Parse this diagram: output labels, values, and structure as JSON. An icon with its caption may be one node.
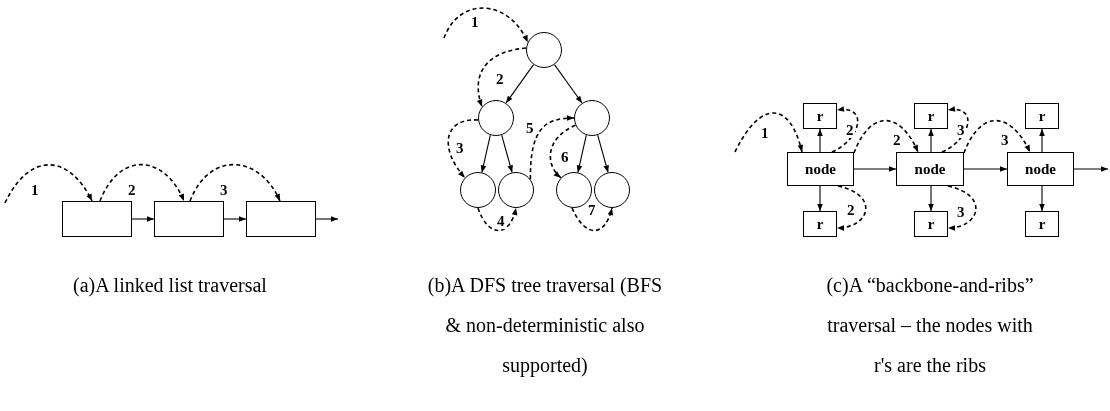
{
  "diagram": {
    "nodes": [
      {
        "text": [],
        "shape": "box"
      },
      {
        "text": [],
        "shape": "box"
      },
      {
        "text": [],
        "shape": "box"
      },
      {
        "text": [],
        "shape": "circle"
      },
      {
        "text": [],
        "shape": "circle"
      },
      {
        "text": [],
        "shape": "circle"
      },
      {
        "text": [],
        "shape": "circle"
      },
      {
        "text": [],
        "shape": "circle"
      },
      {
        "text": [],
        "shape": "circle"
      },
      {
        "text": [],
        "shape": "circle"
      },
      {
        "text": [
          "r"
        ]
      },
      {
        "text": [
          "r"
        ]
      },
      {
        "text": [
          "r"
        ]
      },
      {
        "text": [
          "node"
        ]
      },
      {
        "text": [
          "node"
        ]
      },
      {
        "text": [
          "node"
        ]
      },
      {
        "text": [
          "r"
        ]
      },
      {
        "text": [
          "r"
        ]
      },
      {
        "text": [
          "r"
        ]
      }
    ],
    "edges": [
      {
        "from": null,
        "to": 0,
        "arrow": "to",
        "label": "1",
        "style": "dashed"
      },
      {
        "from": 0,
        "to": 1,
        "arrow": "to",
        "label": "2",
        "style": "dashed"
      },
      {
        "from": 1,
        "to": 2,
        "arrow": "to",
        "label": "3",
        "style": "dashed"
      },
      {
        "from": 0,
        "to": 1,
        "arrow": "to"
      },
      {
        "from": 1,
        "to": 2,
        "arrow": "to"
      },
      {
        "from": 2,
        "to": null,
        "arrow": "to"
      },
      {
        "from": null,
        "to": 3,
        "arrow": "to",
        "label": "1",
        "style": "dashed"
      },
      {
        "from": 3,
        "to": 4,
        "arrow": "to",
        "label": "2",
        "style": "dashed"
      },
      {
        "from": 4,
        "to": 6,
        "arrow": "to",
        "label": "3",
        "style": "dashed"
      },
      {
        "from": 6,
        "to": 7,
        "arrow": "to",
        "label": "4",
        "style": "dashed"
      },
      {
        "from": 7,
        "to": 5,
        "arrow": "to",
        "label": "5",
        "style": "dashed"
      },
      {
        "from": 5,
        "to": 8,
        "arrow": "to",
        "label": "6",
        "style": "dashed"
      },
      {
        "from": 8,
        "to": 9,
        "arrow": "to",
        "label": "7",
        "style": "dashed"
      },
      {
        "from": 3,
        "to": 4,
        "arrow": "to"
      },
      {
        "from": 3,
        "to": 5,
        "arrow": "to"
      },
      {
        "from": 4,
        "to": 6,
        "arrow": "to"
      },
      {
        "from": 4,
        "to": 7,
        "arrow": "to"
      },
      {
        "from": 5,
        "to": 8,
        "arrow": "to"
      },
      {
        "from": 5,
        "to": 9,
        "arrow": "to"
      },
      {
        "from": null,
        "to": 13,
        "arrow": "to",
        "label": "1",
        "style": "dashed"
      },
      {
        "from": 13,
        "to": 10,
        "arrow": "to",
        "label": "2",
        "style": "dashed"
      },
      {
        "from": 13,
        "to": 16,
        "arrow": "to",
        "label": "2",
        "style": "dashed"
      },
      {
        "from": 13,
        "to": 14,
        "arrow": "to",
        "label": "2",
        "style": "dashed"
      },
      {
        "from": 14,
        "to": 11,
        "arrow": "to",
        "label": "3",
        "style": "dashed"
      },
      {
        "from": 14,
        "to": 17,
        "arrow": "to",
        "label": "3",
        "style": "dashed"
      },
      {
        "from": 14,
        "to": 15,
        "arrow": "to",
        "label": "3",
        "style": "dashed"
      },
      {
        "from": 13,
        "to": 10,
        "arrow": "to"
      },
      {
        "from": 13,
        "to": 16,
        "arrow": "to"
      },
      {
        "from": 13,
        "to": 14,
        "arrow": "to"
      },
      {
        "from": 14,
        "to": 11,
        "arrow": "to"
      },
      {
        "from": 14,
        "to": 17,
        "arrow": "to"
      },
      {
        "from": 14,
        "to": 15,
        "arrow": "to"
      },
      {
        "from": 15,
        "to": 12,
        "arrow": "to"
      },
      {
        "from": 15,
        "to": 18,
        "arrow": "to"
      },
      {
        "from": 15,
        "to": null,
        "arrow": "to"
      }
    ],
    "labels": [
      "(a)A linked list traversal",
      "(b)A DFS tree traversal (BFS & non-deterministic also supported)",
      "(c)A “backbone-and-ribs” traversal – the nodes with r's are the ribs"
    ]
  }
}
